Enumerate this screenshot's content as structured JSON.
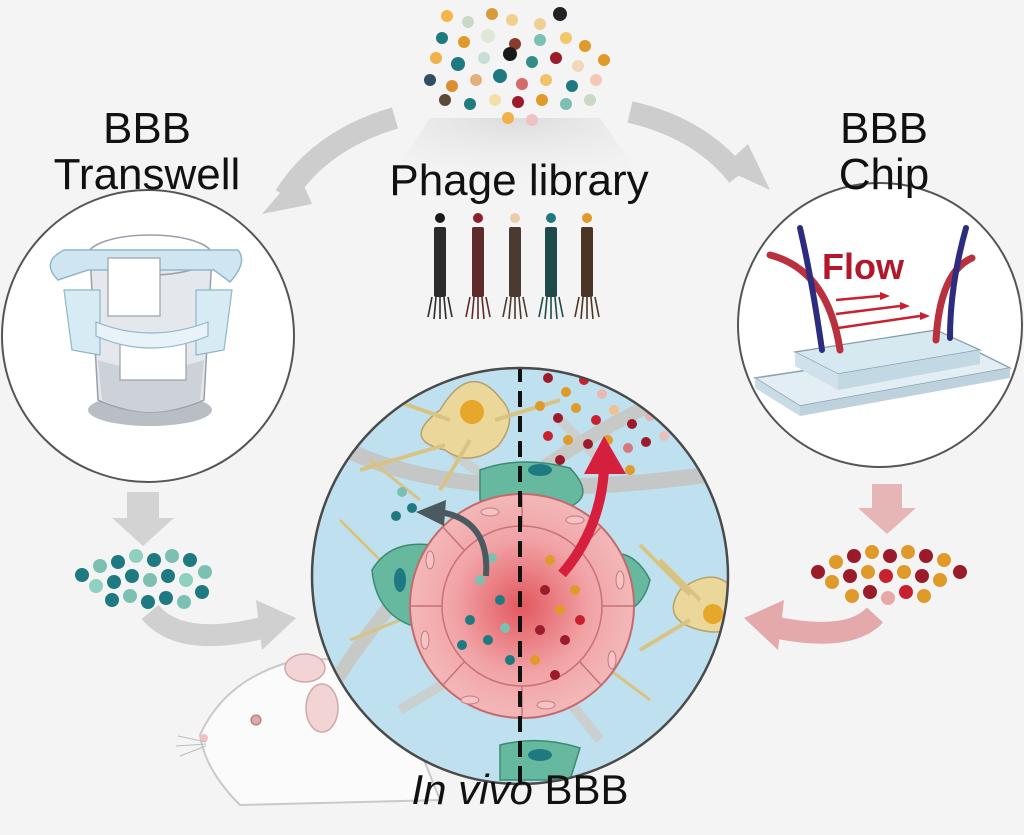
{
  "labels": {
    "transwell_line1": "BBB",
    "transwell_line2": "Transwell",
    "chip_line1": "BBB",
    "chip_line2": "Chip",
    "library": "Phage library",
    "flow": "Flow",
    "in_vivo_italic": "In vivo",
    "in_vivo_rest": "BBB"
  },
  "colors": {
    "background": "#f4f4f4",
    "teal": "#1e7a80",
    "light_teal": "#7cc0b3",
    "orange": "#e09a2a",
    "dark_red": "#9b1b2a",
    "red": "#c8202f",
    "endothelium_pink": "#f1a3a6",
    "pericyte_green": "#66b89e",
    "astrocyte_yellow": "#ecd79a",
    "flow_red": "#b3172b"
  }
}
